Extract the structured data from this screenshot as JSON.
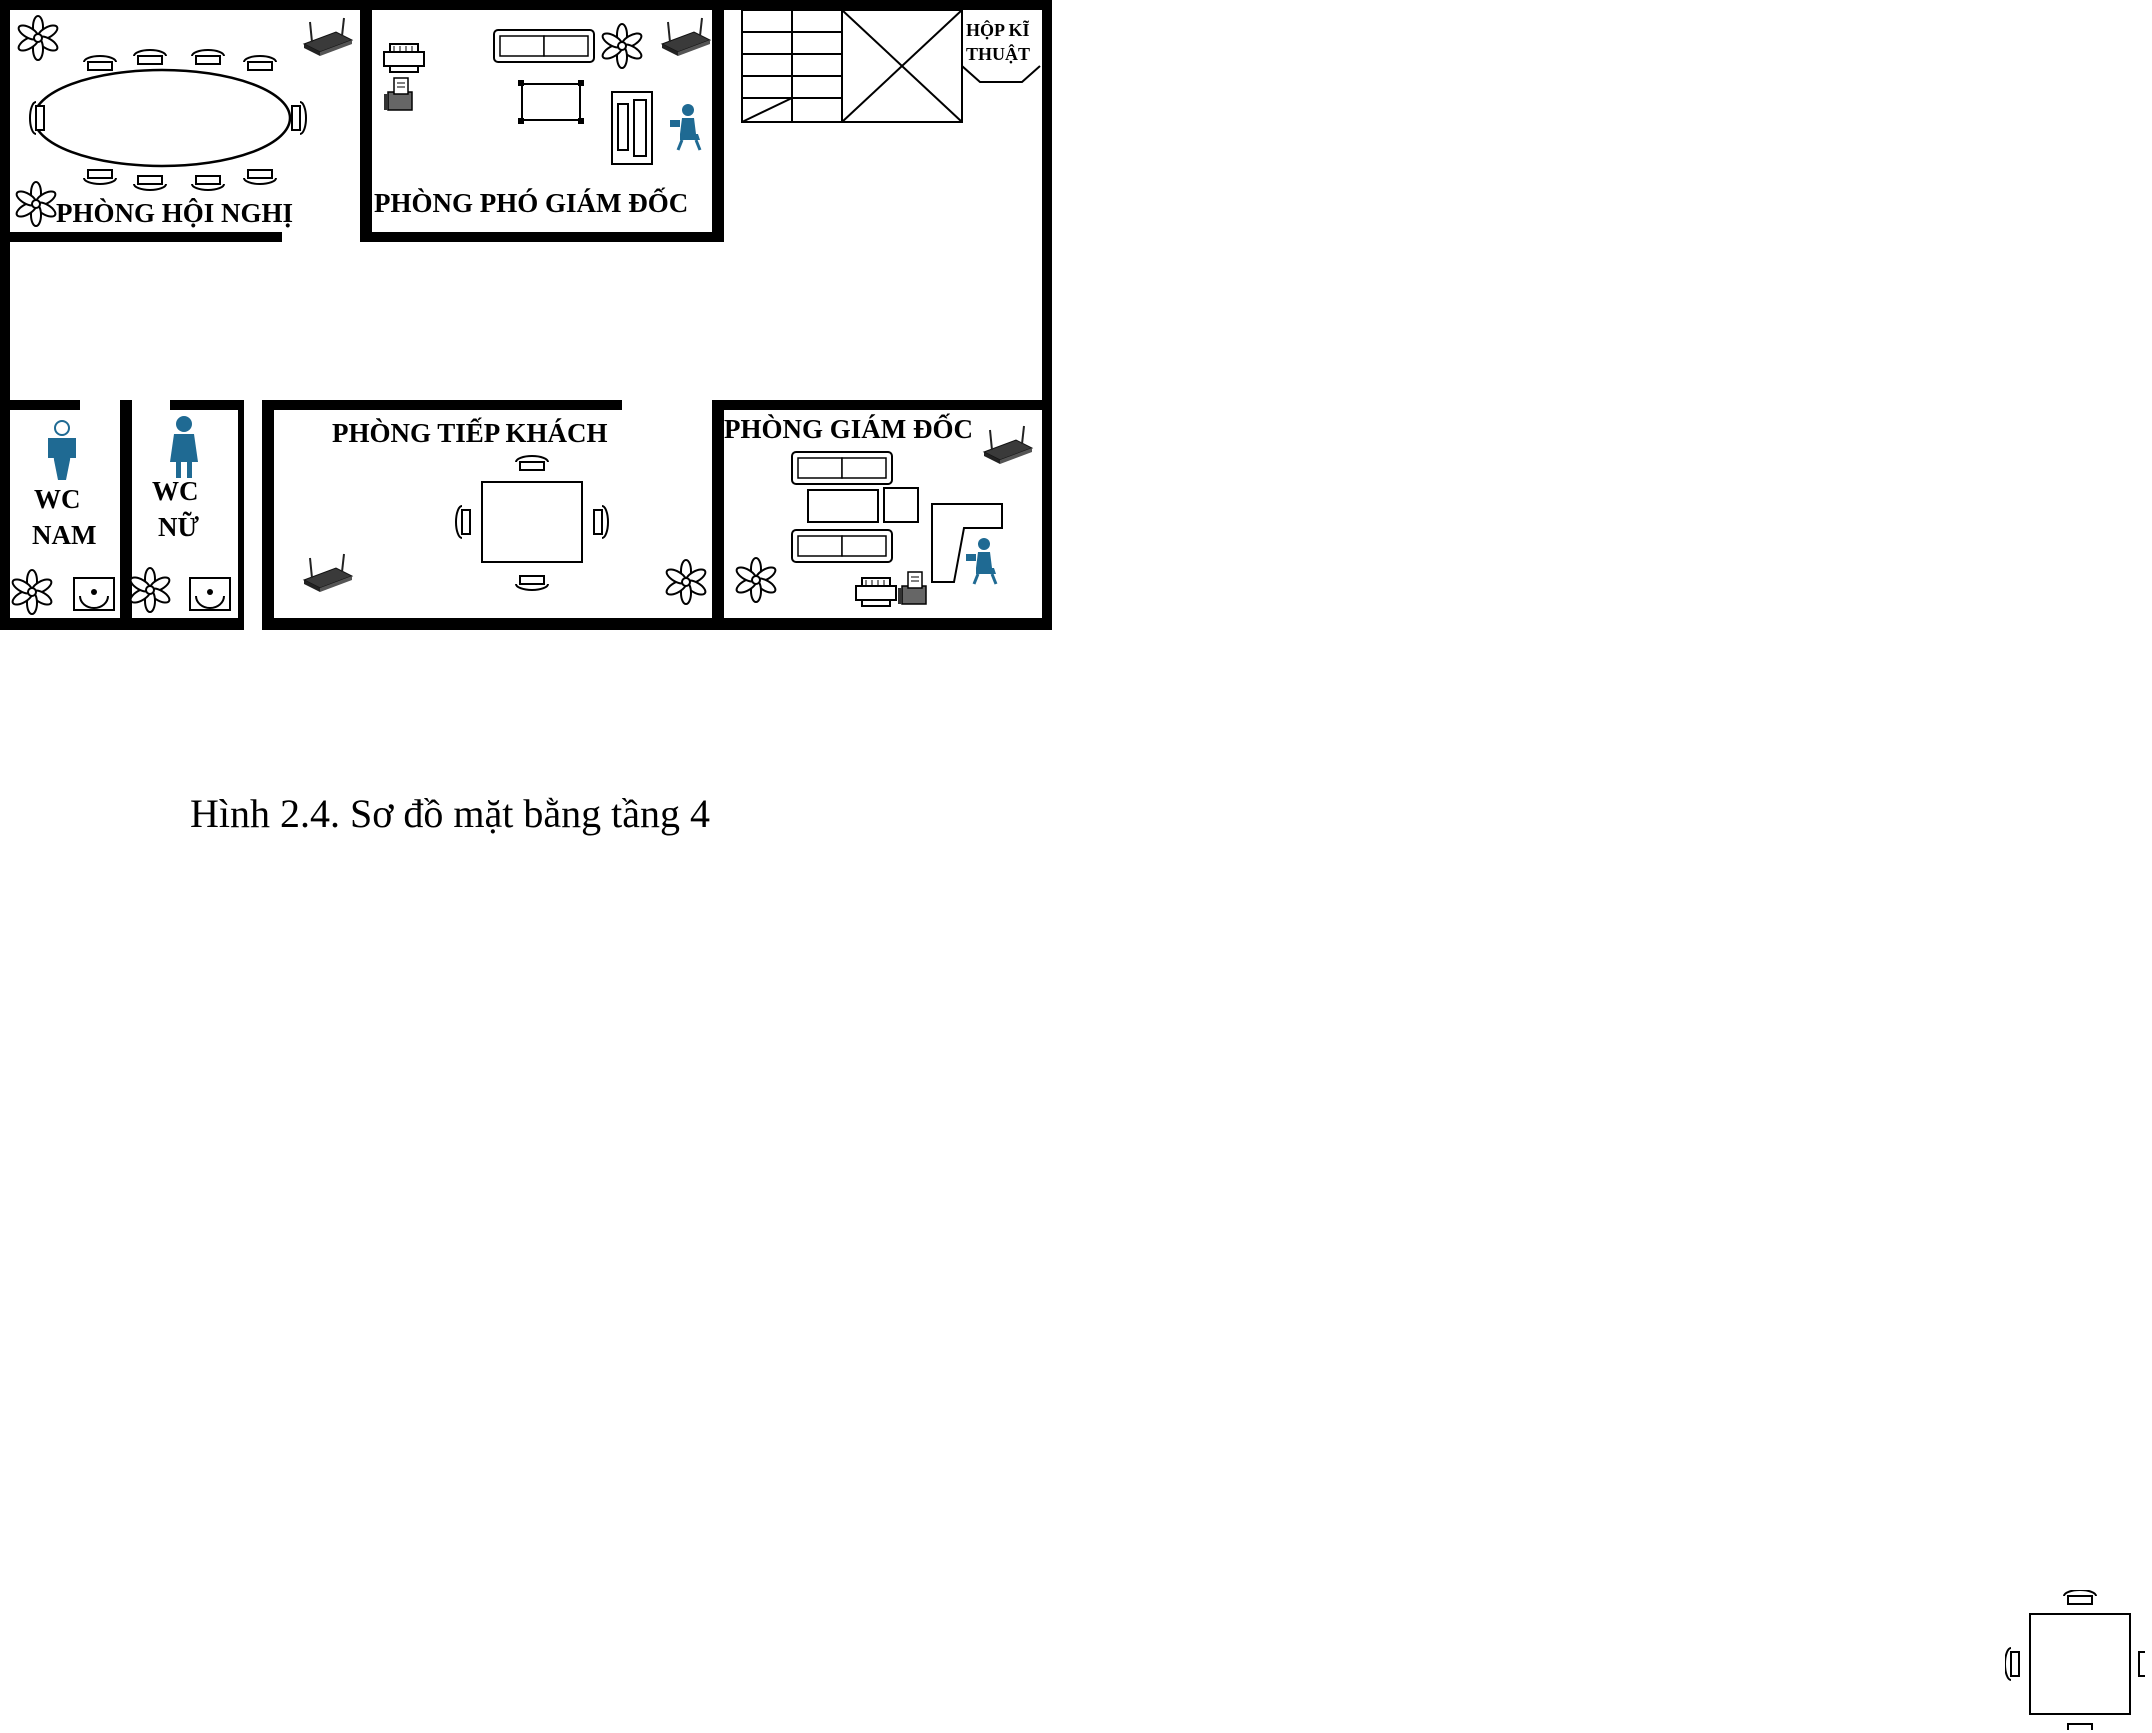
{
  "rooms": {
    "conference": "PHÒNG HỘI NGHỊ",
    "deputy_director": "PHÒNG PHÓ GIÁM ĐỐC",
    "technical_box_line1": "HỘP KĨ",
    "technical_box_line2": "THUẬT",
    "reception": "PHÒNG TIẾP KHÁCH",
    "director": "PHÒNG GIÁM ĐỐC",
    "wc_men_line1": "WC",
    "wc_men_line2": "NAM",
    "wc_women_line1": "WC",
    "wc_women_line2": "NỮ"
  },
  "caption": "Hình 2.4. Sơ đồ mặt bằng tầng 4",
  "colors": {
    "wall": "#000000",
    "person": "#1f6a93",
    "router": "#333333"
  },
  "icons": [
    "flower-icon",
    "router-icon",
    "printer-icon",
    "fax-icon",
    "person-icon",
    "sofa-icon",
    "table-icon",
    "chair-icon",
    "sink-icon",
    "man-icon",
    "woman-icon",
    "stairs-icon"
  ]
}
